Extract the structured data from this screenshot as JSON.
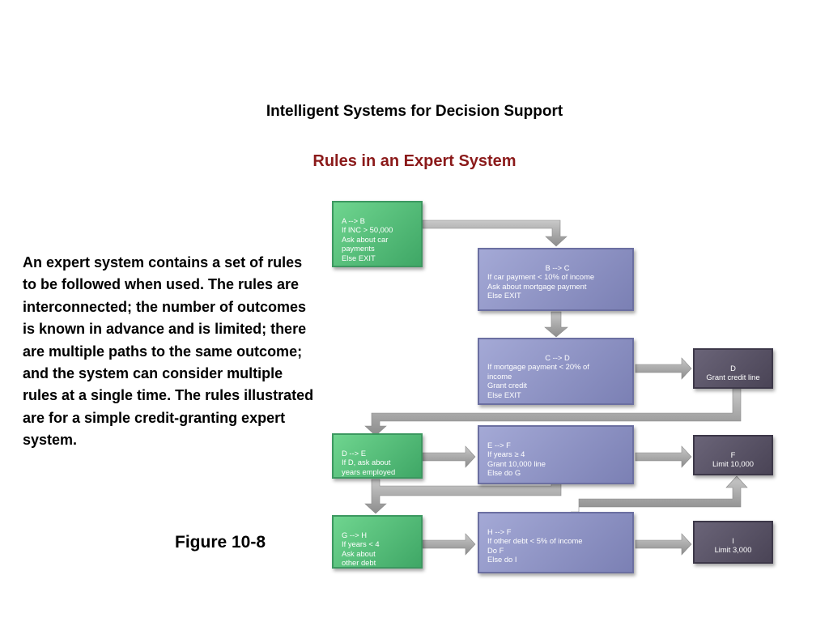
{
  "header": {
    "title": "Intelligent Systems for Decision Support",
    "subtitle": "Rules in an Expert System"
  },
  "body": {
    "description": "An expert system contains a set of rules to be followed when used. The rules are interconnected; the number of outcomes is known in advance and is limited; there are multiple paths to the same outcome; and the system can consider multiple rules at a single time. The rules illustrated are for a simple credit-granting expert system.",
    "figure_label": "Figure 10-8"
  },
  "diagram": {
    "boxes": {
      "a": {
        "head": "A --> B",
        "rest": "If INC > 50,000\nAsk about car\npayments\nElse EXIT"
      },
      "b": {
        "head": "B --> C",
        "rest": "If car payment < 10% of income\nAsk about mortgage payment\nElse EXIT"
      },
      "c": {
        "head": "C --> D",
        "rest": "If mortgage payment < 20% of\nincome\nGrant credit\nElse EXIT"
      },
      "d": {
        "head": "D",
        "rest": "Grant credit line"
      },
      "de": {
        "head": "D --> E",
        "rest": "If D, ask about\nyears employed"
      },
      "e": {
        "head": "E --> F",
        "rest": "If years ≥ 4\nGrant 10,000 line\nElse do G"
      },
      "f": {
        "head": "F",
        "rest": "Limit 10,000"
      },
      "g": {
        "head": "G --> H",
        "rest": "If years < 4\nAsk about\nother debt"
      },
      "h": {
        "head": "H --> F",
        "rest": "If other debt < 5% of income\nDo F\nElse do I"
      },
      "i": {
        "head": "I",
        "rest": "Limit 3,000"
      }
    },
    "colors": {
      "rule_green": "#4cb872",
      "rule_blue": "#8c91c4",
      "outcome_dark": "#5a5468",
      "arrow_gray": "#9e9e9e"
    }
  }
}
